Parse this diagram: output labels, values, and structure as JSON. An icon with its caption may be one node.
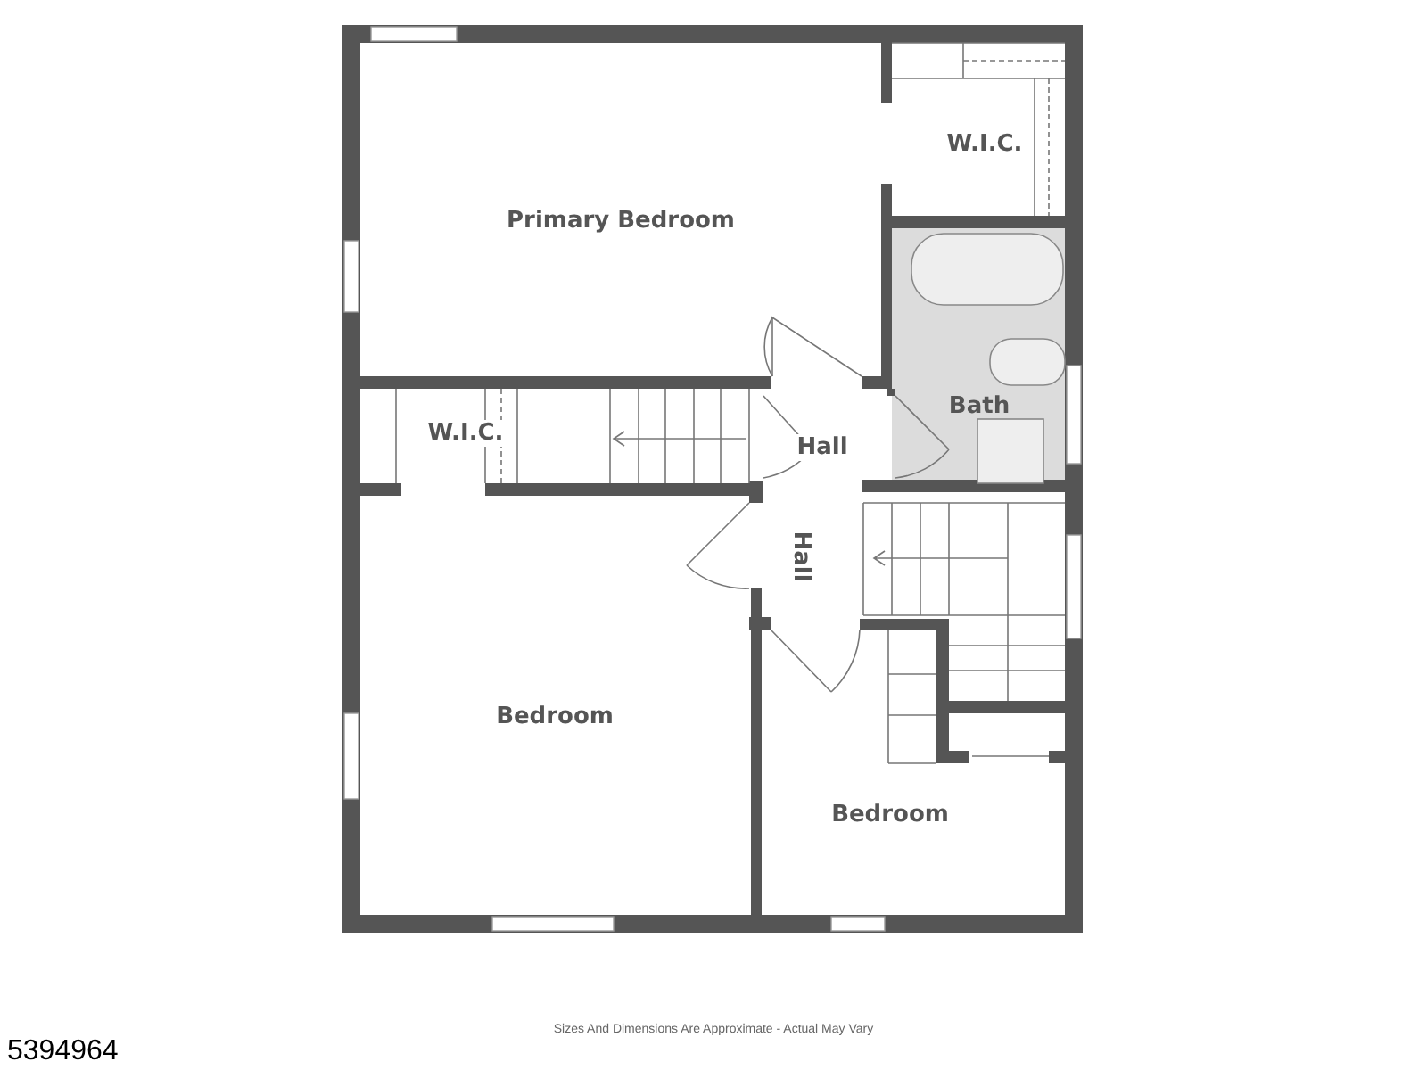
{
  "diagram": {
    "caption": "Sizes And Dimensions Are Approximate - Actual May Vary",
    "nodes": [
      {
        "text": [
          "Primary Bedroom"
        ]
      },
      {
        "text": [
          "W.I.C."
        ]
      },
      {
        "text": [
          "Bath"
        ]
      },
      {
        "text": [
          "W.I.C."
        ]
      },
      {
        "text": [
          "Hall"
        ]
      },
      {
        "text": [
          "Hall"
        ]
      },
      {
        "text": [
          "Bedroom"
        ]
      },
      {
        "text": [
          "Bedroom"
        ]
      }
    ],
    "labels": [
      "5394964"
    ]
  }
}
